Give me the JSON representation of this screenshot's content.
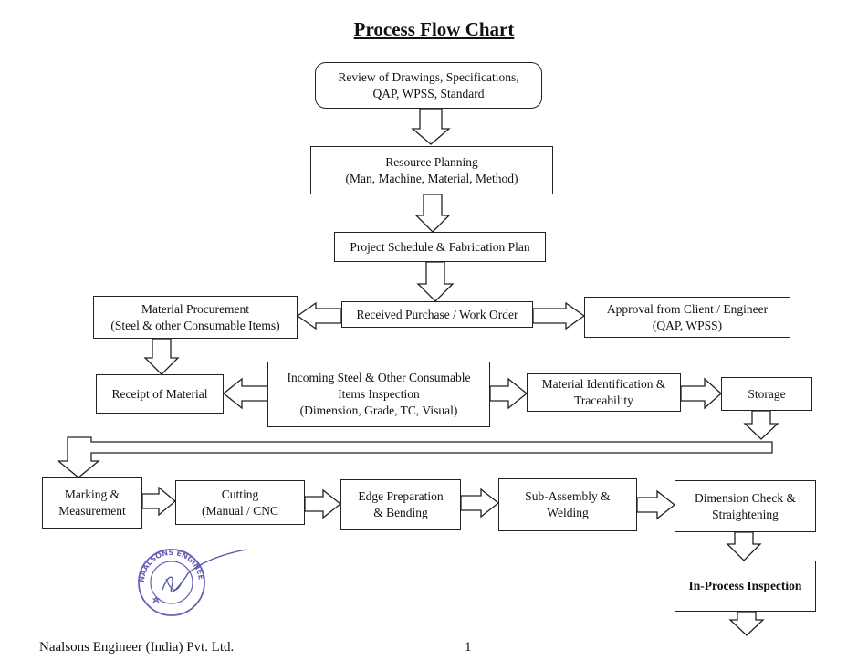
{
  "title": "Process Flow Chart",
  "steps": {
    "review": [
      "Review of Drawings, Specifications,",
      "QAP, WPSS, Standard"
    ],
    "resource": [
      "Resource Planning",
      "(Man, Machine, Material, Method)"
    ],
    "schedule": [
      "Project Schedule & Fabrication Plan"
    ],
    "procurement": [
      "Material Procurement",
      "(Steel & other Consumable Items)"
    ],
    "purchase_order": [
      "Received Purchase / Work Order"
    ],
    "approval": [
      "Approval from Client / Engineer",
      "(QAP, WPSS)"
    ],
    "receipt": [
      "Receipt of Material"
    ],
    "incoming": [
      "Incoming Steel & Other Consumable",
      "Items Inspection",
      "(Dimension, Grade, TC, Visual)"
    ],
    "identification": [
      "Material Identification &",
      "Traceability"
    ],
    "storage": [
      "Storage"
    ],
    "marking": [
      "Marking &",
      "Measurement"
    ],
    "cutting": [
      "Cutting",
      "(Manual / CNC"
    ],
    "edge": [
      "Edge Preparation",
      "& Bending"
    ],
    "subassembly": [
      "Sub-Assembly &",
      "Welding"
    ],
    "dimension": [
      "Dimension Check &",
      "Straightening"
    ],
    "inprocess": [
      "In-Process Inspection"
    ]
  },
  "footer": {
    "company": "Naalsons Engineer (India) Pvt. Ltd.",
    "page_number": "1"
  },
  "stamp": {
    "text": "NAALSONS ENGINEERS (INDIA) PVT. LTD.",
    "ink_color": "#6b5fb5"
  }
}
